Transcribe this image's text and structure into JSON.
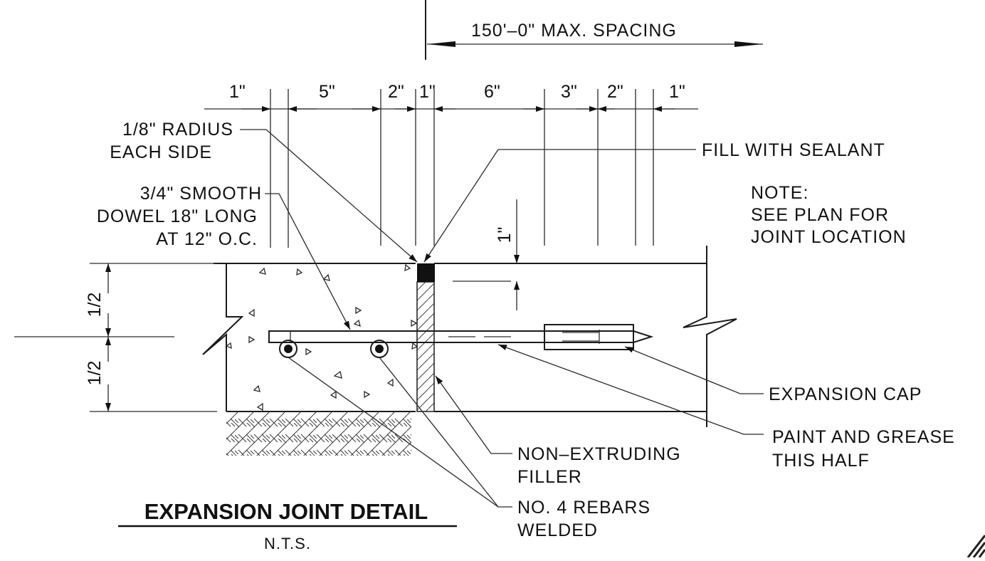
{
  "drawing": {
    "title": "EXPANSION JOINT DETAIL",
    "scale_note": "N.T.S.",
    "spacing_label": "150'–0\" MAX. SPACING",
    "dimensions": [
      "1\"",
      "5\"",
      "2\"",
      "1\"",
      "6\"",
      "3\"",
      "2\"",
      "1\""
    ],
    "vertical_dims": {
      "top_half": "1/2",
      "bottom_half": "1/2",
      "sealant_depth": "1\""
    },
    "callouts": {
      "radius": [
        "1/8\" RADIUS",
        "EACH SIDE"
      ],
      "dowel": [
        "3/4\" SMOOTH",
        "DOWEL 18\" LONG",
        "AT 12\" O.C."
      ],
      "sealant": "FILL WITH SEALANT",
      "note": [
        "NOTE:",
        "SEE PLAN FOR",
        "JOINT LOCATION"
      ],
      "cap": "EXPANSION CAP",
      "paint": [
        "PAINT AND GREASE",
        "THIS HALF"
      ],
      "filler": [
        "NON–EXTRUDING",
        "FILLER"
      ],
      "rebars": [
        "NO. 4 REBARS",
        "WELDED"
      ]
    }
  }
}
